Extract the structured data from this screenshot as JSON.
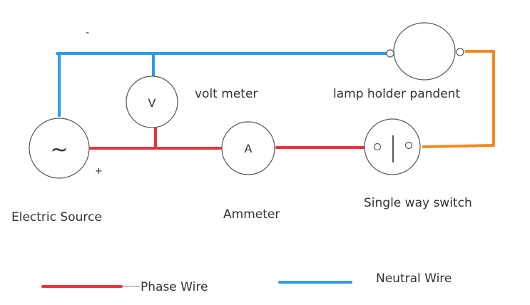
{
  "labels": {
    "minus_sign": "-",
    "plus_sign": "+",
    "source_symbol": "~",
    "voltmeter_symbol": "V",
    "ammeter_symbol": "A",
    "voltmeter_label": "volt meter",
    "lamp_label": "lamp holder pandent",
    "source_label": "Electric Source",
    "ammeter_label": "Ammeter",
    "switch_label": "Single way switch"
  },
  "legend": {
    "phase_label": "Phase Wire",
    "neutral_label": "Neutral Wire"
  },
  "colors": {
    "phase": "#e8323c",
    "neutral": "#2f9be6",
    "switch_to_lamp": "#f28a1e",
    "outline": "#555555"
  }
}
